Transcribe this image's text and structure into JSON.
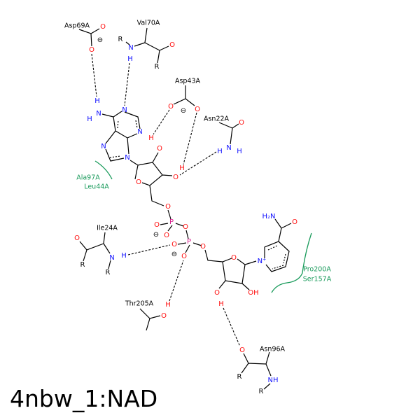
{
  "title": "4nbw_1:NAD",
  "residues": {
    "asp69": "Asp69A",
    "val70": "Val70A",
    "asp43": "Asp43A",
    "asn22": "Asn22A",
    "ala97": "Ala97A",
    "leu44": "Leu44A",
    "ile24": "Ile24A",
    "thr205": "Thr205A",
    "asn96": "Asn96A",
    "pro200": "Pro200A",
    "ser157": "Ser157A"
  },
  "atoms": {
    "O": "O",
    "N": "N",
    "H": "H",
    "R": "R",
    "P": "P",
    "OH": "OH",
    "NH": "NH",
    "H2N": "H₂N",
    "Nplus": "N⁺",
    "minus": "⊖"
  },
  "colors": {
    "oxygen": "#ff0d0d",
    "nitrogen": "#1010ff",
    "phosphorus": "#d81b8c",
    "hydrophobic": "#189a5a"
  }
}
